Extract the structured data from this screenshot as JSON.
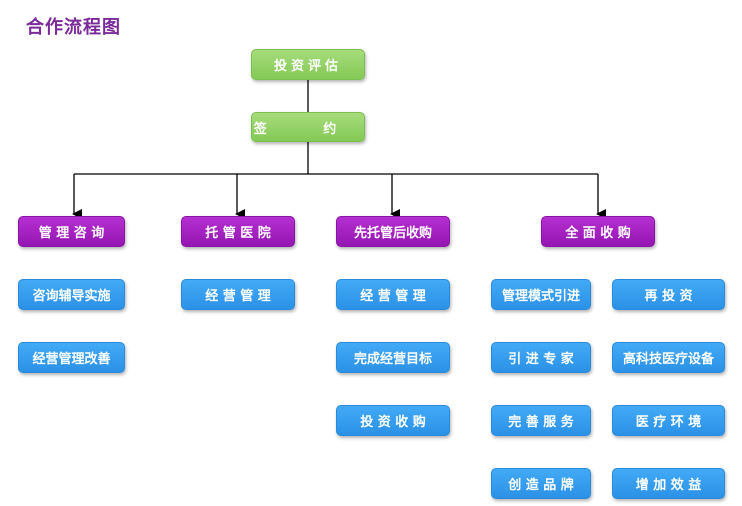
{
  "title": "合作流程图",
  "top": {
    "evaluate": "投资评估",
    "sign": "签 约"
  },
  "branches": [
    {
      "label": "管 理 咨 询",
      "items": [
        "咨询辅导实施",
        "经营管理改善"
      ]
    },
    {
      "label": "托 管 医 院",
      "items": [
        "经 营 管 理"
      ]
    },
    {
      "label": "先托管后收购",
      "items": [
        "经 营 管 理",
        "完成经营目标",
        "投 资 收 购"
      ]
    },
    {
      "label": "全 面 收 购",
      "items_left": [
        "管理模式引进",
        "引 进 专 家",
        "完 善 服 务",
        "创 造 品 牌"
      ],
      "items_right": [
        "再 投 资",
        "高科技医疗设备",
        "医 疗 环 境",
        "增 加 效 益"
      ]
    }
  ],
  "colors": {
    "green": "#8fd163",
    "purple": "#a020c0",
    "blue": "#3399ee",
    "title": "#7b2a9a"
  }
}
